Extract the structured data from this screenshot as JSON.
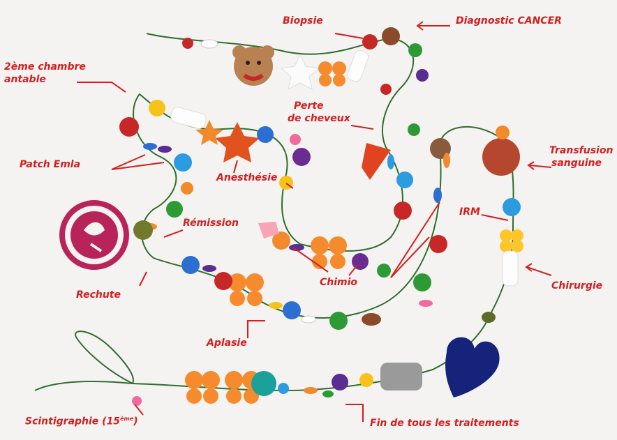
{
  "labels": {
    "biopsie": "Biopsie",
    "diagnostic": "Diagnostic CANCER",
    "chambre_1": "2ème chambre",
    "chambre_2": "antable",
    "perte_1": "Perte",
    "perte_2": "de cheveux",
    "transfusion_1": "Transfusion",
    "transfusion_2": "sanguine",
    "patch": "Patch Emla",
    "anesthesie": "Anesthésie",
    "irm": "IRM",
    "remission": "Rémission",
    "chirurgie": "Chirurgie",
    "rechute": "Rechute",
    "chimio": "Chimio",
    "aplasie": "Aplasie",
    "scintigraphie": "Scintigraphie (15",
    "scintigraphie_sup": "ème",
    "scintigraphie_end": ")",
    "fin": "Fin de tous les traitements"
  },
  "colors": {
    "label": "#d21f1f",
    "cord": "#2f6e2c",
    "background": "#f4f3f1"
  }
}
